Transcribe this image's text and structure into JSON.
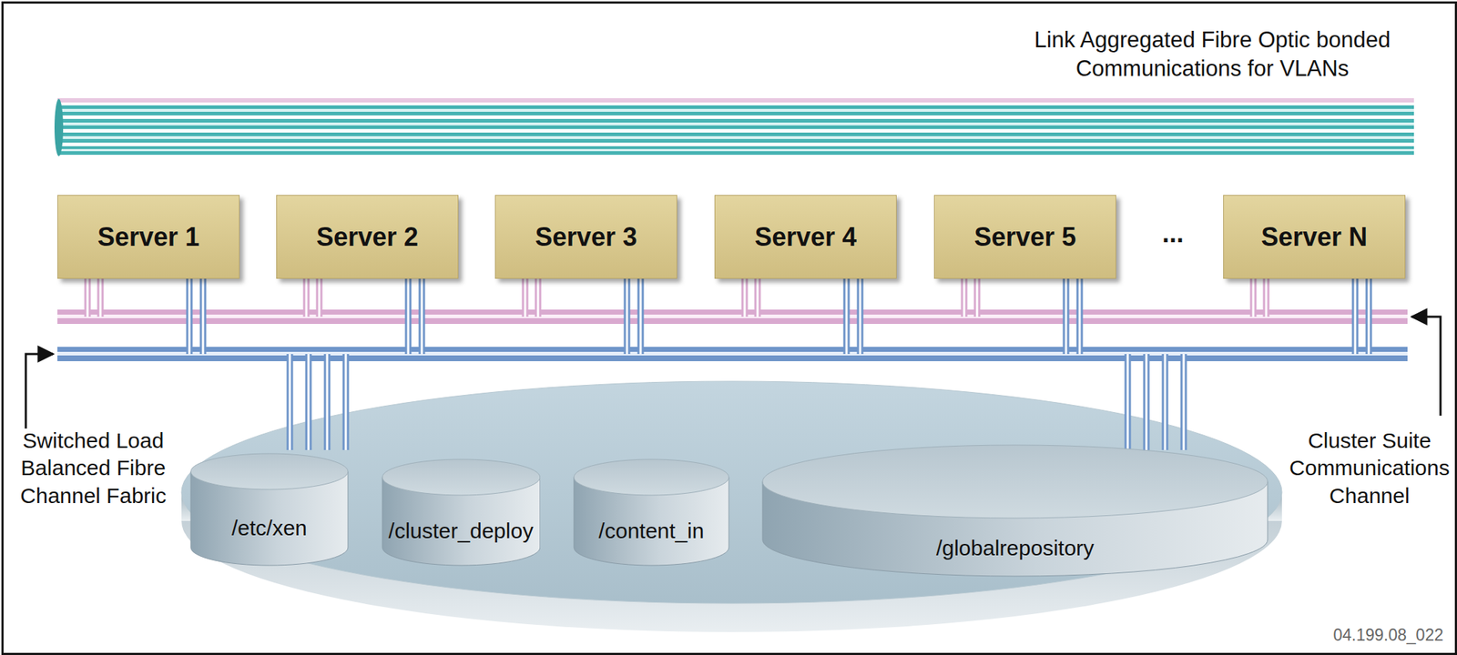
{
  "diagram": {
    "nodes": [
      {
        "text": [
          "Server 1"
        ]
      },
      {
        "text": [
          "Server 2"
        ]
      },
      {
        "text": [
          "Server 3"
        ]
      },
      {
        "text": [
          "Server 4"
        ]
      },
      {
        "text": [
          "Server 5"
        ]
      },
      {
        "text": [
          "Server N"
        ]
      },
      {
        "text": [
          "/etc/xen"
        ]
      },
      {
        "text": [
          "/cluster_deploy"
        ]
      },
      {
        "text": [
          "/content_in"
        ]
      },
      {
        "text": [
          "/globalrepository"
        ]
      }
    ],
    "labels": [
      "Link Aggregated Fibre Optic bonded Communications for VLANs",
      "...",
      "Switched Load Balanced Fibre Channel Fabric",
      "Cluster Suite Communications Channel",
      "04.199.08_022"
    ]
  }
}
